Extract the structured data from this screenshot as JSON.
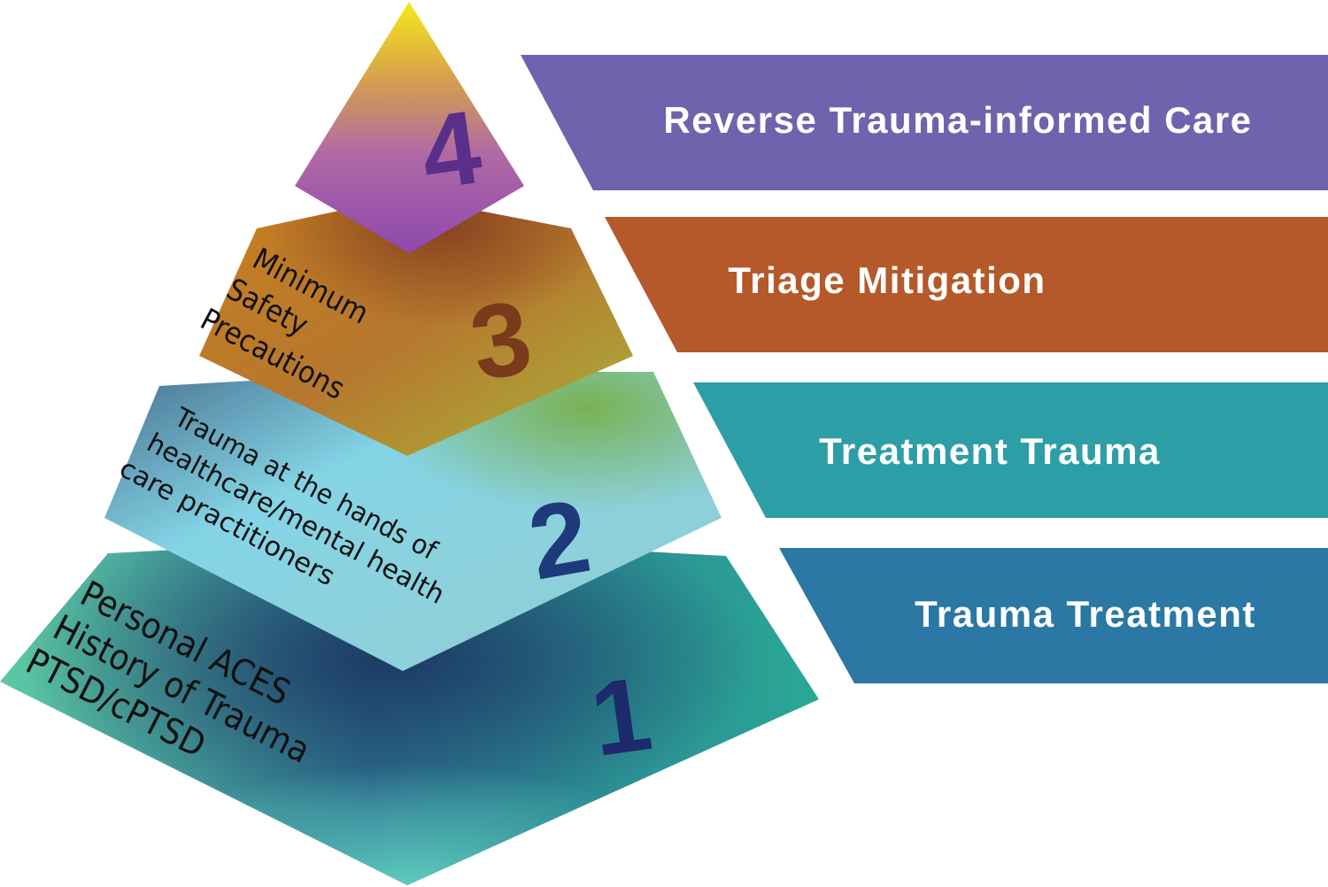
{
  "pyramid": {
    "tiers": [
      {
        "number": "1",
        "lines": [
          "Personal ACES",
          "History of Trauma",
          "PTSD/cPTSD"
        ],
        "number_color": "#1d2a6b"
      },
      {
        "number": "2",
        "lines": [
          "Trauma at the hands of",
          "healthcare/mental health",
          "care practitioners"
        ],
        "number_color": "#1e3a7a"
      },
      {
        "number": "3",
        "lines": [
          "Minimum",
          "Safety",
          "Precautions"
        ],
        "number_color": "#7a3a1c"
      },
      {
        "number": "4",
        "lines": [],
        "number_color": "#5a2f8a"
      }
    ]
  },
  "banners": [
    {
      "label": "Reverse Trauma-informed Care",
      "color": "#6e64ad"
    },
    {
      "label": "Triage Mitigation",
      "color": "#b5592a"
    },
    {
      "label": "Treatment Trauma",
      "color": "#2e9ea6"
    },
    {
      "label": "Trauma Treatment",
      "color": "#2a78a3"
    }
  ]
}
